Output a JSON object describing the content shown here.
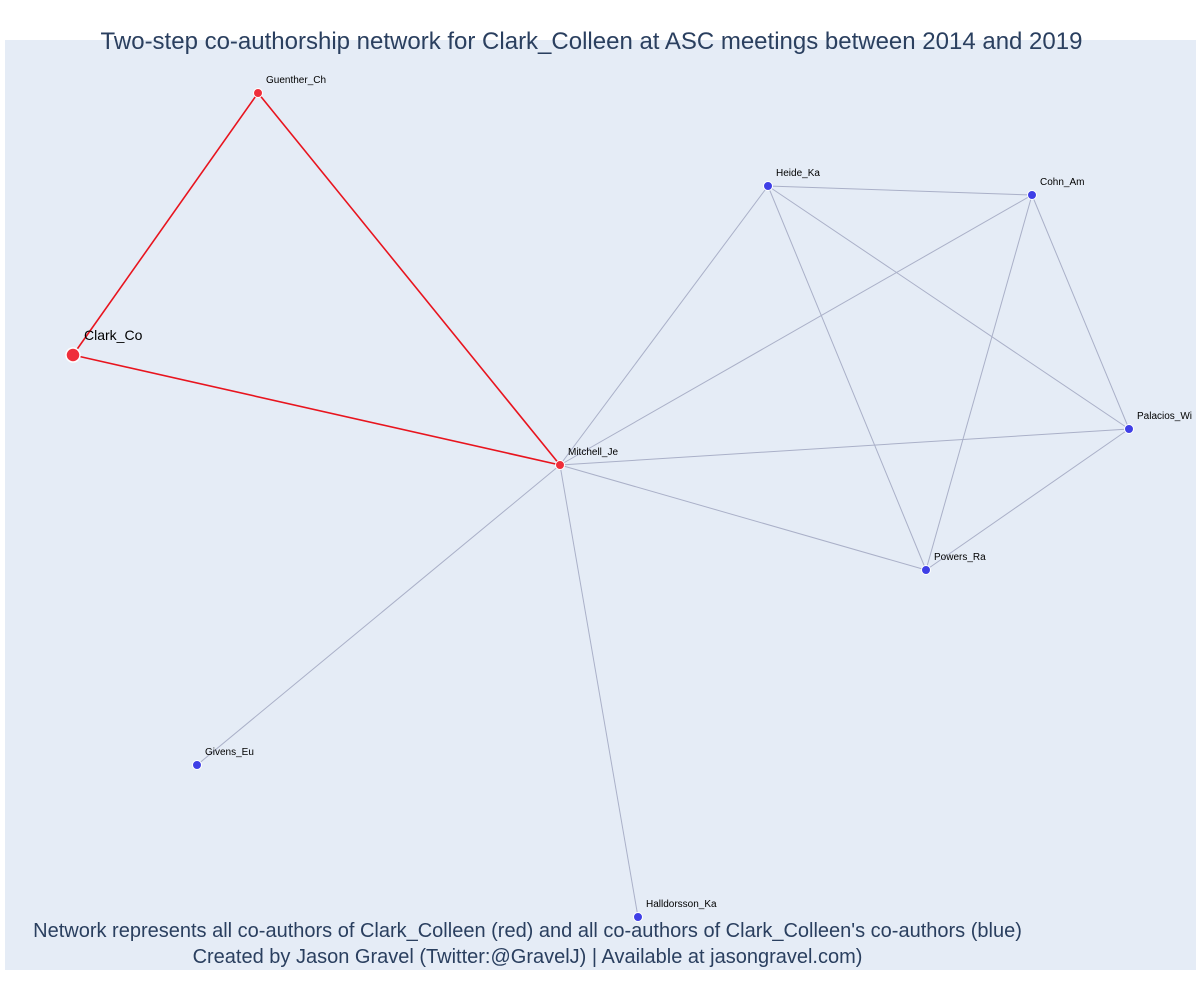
{
  "title": "Two-step co-authorship network for Clark_Colleen at ASC meetings between 2014 and 2019",
  "caption": {
    "line1": "Network represents all co-authors of Clark_Colleen (red) and all co-authors of Clark_Colleen's co-authors (blue)",
    "line2": "Created by Jason Gravel (Twitter:@GravelJ) | Available at jasongravel.com)"
  },
  "colors": {
    "background": "#e5ecf6",
    "primary_node": "#ef2e3a",
    "secondary_node": "#3f3fe6",
    "primary_edge": "#e8141e",
    "secondary_edge": "#aab0c8"
  },
  "nodes": [
    {
      "id": "Clark_Co",
      "label": "Clark_Co",
      "group": "focal"
    },
    {
      "id": "Guenther_Ch",
      "label": "Guenther_Ch",
      "group": "coauthor"
    },
    {
      "id": "Mitchell_Je",
      "label": "Mitchell_Je",
      "group": "coauthor"
    },
    {
      "id": "Heide_Ka",
      "label": "Heide_Ka",
      "group": "second_step"
    },
    {
      "id": "Cohn_Am",
      "label": "Cohn_Am",
      "group": "second_step"
    },
    {
      "id": "Palacios_Wi",
      "label": "Palacios_Wi",
      "group": "second_step"
    },
    {
      "id": "Powers_Ra",
      "label": "Powers_Ra",
      "group": "second_step"
    },
    {
      "id": "Givens_Eu",
      "label": "Givens_Eu",
      "group": "second_step"
    },
    {
      "id": "Halldorsson_Ka",
      "label": "Halldorsson_Ka",
      "group": "second_step"
    }
  ],
  "edges": [
    {
      "source": "Clark_Co",
      "target": "Guenther_Ch",
      "type": "primary"
    },
    {
      "source": "Guenther_Ch",
      "target": "Mitchell_Je",
      "type": "primary"
    },
    {
      "source": "Clark_Co",
      "target": "Mitchell_Je",
      "type": "primary"
    },
    {
      "source": "Mitchell_Je",
      "target": "Heide_Ka",
      "type": "secondary"
    },
    {
      "source": "Mitchell_Je",
      "target": "Cohn_Am",
      "type": "secondary"
    },
    {
      "source": "Mitchell_Je",
      "target": "Palacios_Wi",
      "type": "secondary"
    },
    {
      "source": "Mitchell_Je",
      "target": "Powers_Ra",
      "type": "secondary"
    },
    {
      "source": "Mitchell_Je",
      "target": "Givens_Eu",
      "type": "secondary"
    },
    {
      "source": "Mitchell_Je",
      "target": "Halldorsson_Ka",
      "type": "secondary"
    },
    {
      "source": "Heide_Ka",
      "target": "Cohn_Am",
      "type": "secondary"
    },
    {
      "source": "Heide_Ka",
      "target": "Palacios_Wi",
      "type": "secondary"
    },
    {
      "source": "Heide_Ka",
      "target": "Powers_Ra",
      "type": "secondary"
    },
    {
      "source": "Cohn_Am",
      "target": "Palacios_Wi",
      "type": "secondary"
    },
    {
      "source": "Cohn_Am",
      "target": "Powers_Ra",
      "type": "secondary"
    },
    {
      "source": "Palacios_Wi",
      "target": "Powers_Ra",
      "type": "secondary"
    }
  ]
}
